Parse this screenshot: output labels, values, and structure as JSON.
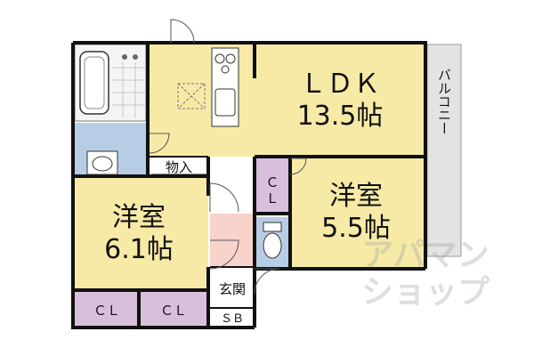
{
  "rooms": {
    "ldk": {
      "name": "ＬＤＫ",
      "size": "13.5帖"
    },
    "western_large": {
      "name": "洋室",
      "size": "6.1帖"
    },
    "western_small": {
      "name": "洋室",
      "size": "5.5帖"
    },
    "closet_cl": "ＣＬ",
    "storage": "物入",
    "entrance": "玄関",
    "shoe_box": "ＳＢ",
    "balcony": "バルコニー"
  },
  "watermark": {
    "line1": "アパマン",
    "line2": "ショップ"
  },
  "colors": {
    "room_fill": "#f7eaa7",
    "wet_fill": "#b7cde6",
    "closet_fill": "#d8bfdc",
    "entrance_fill": "#f8d3cb",
    "balcony_fill": "#e3e3e3",
    "wall": "#111111"
  }
}
